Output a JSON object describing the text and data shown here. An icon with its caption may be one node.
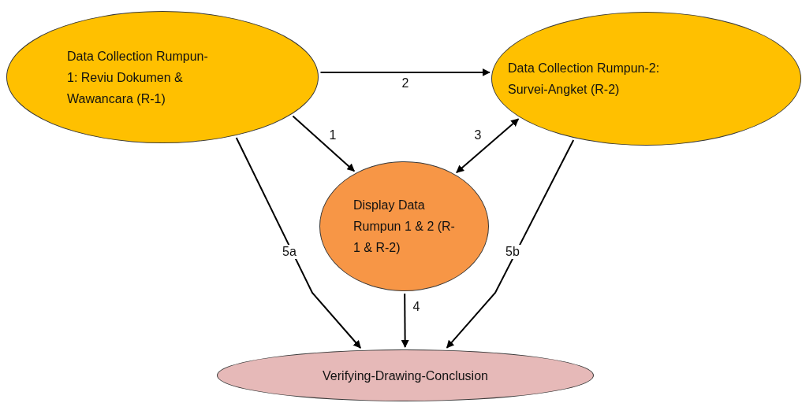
{
  "diagram": {
    "nodes": [
      {
        "text": [
          "Data Collection Rumpun-1:  Reviu Dokumen & Wawancara (R-1)"
        ]
      },
      {
        "text": [
          "Data Collection Rumpun-2: Survei-Angket (R-2)"
        ]
      },
      {
        "text": [
          "Display Data Rumpun 1 & 2 (R-1 & R-2)"
        ]
      },
      {
        "text": [
          "Verifying-Drawing-Conclusion"
        ]
      }
    ],
    "edges": [
      {
        "from": 0,
        "to": 2,
        "arrow": "to",
        "label": "1"
      },
      {
        "from": 0,
        "to": 1,
        "arrow": "to",
        "label": "2"
      },
      {
        "from": 2,
        "to": 1,
        "arrow": "both",
        "label": "3"
      },
      {
        "from": 2,
        "to": 3,
        "arrow": "to",
        "label": "4"
      },
      {
        "from": 0,
        "to": 3,
        "arrow": "to",
        "label": "5a"
      },
      {
        "from": 1,
        "to": 3,
        "arrow": "to",
        "label": "5b"
      }
    ]
  }
}
